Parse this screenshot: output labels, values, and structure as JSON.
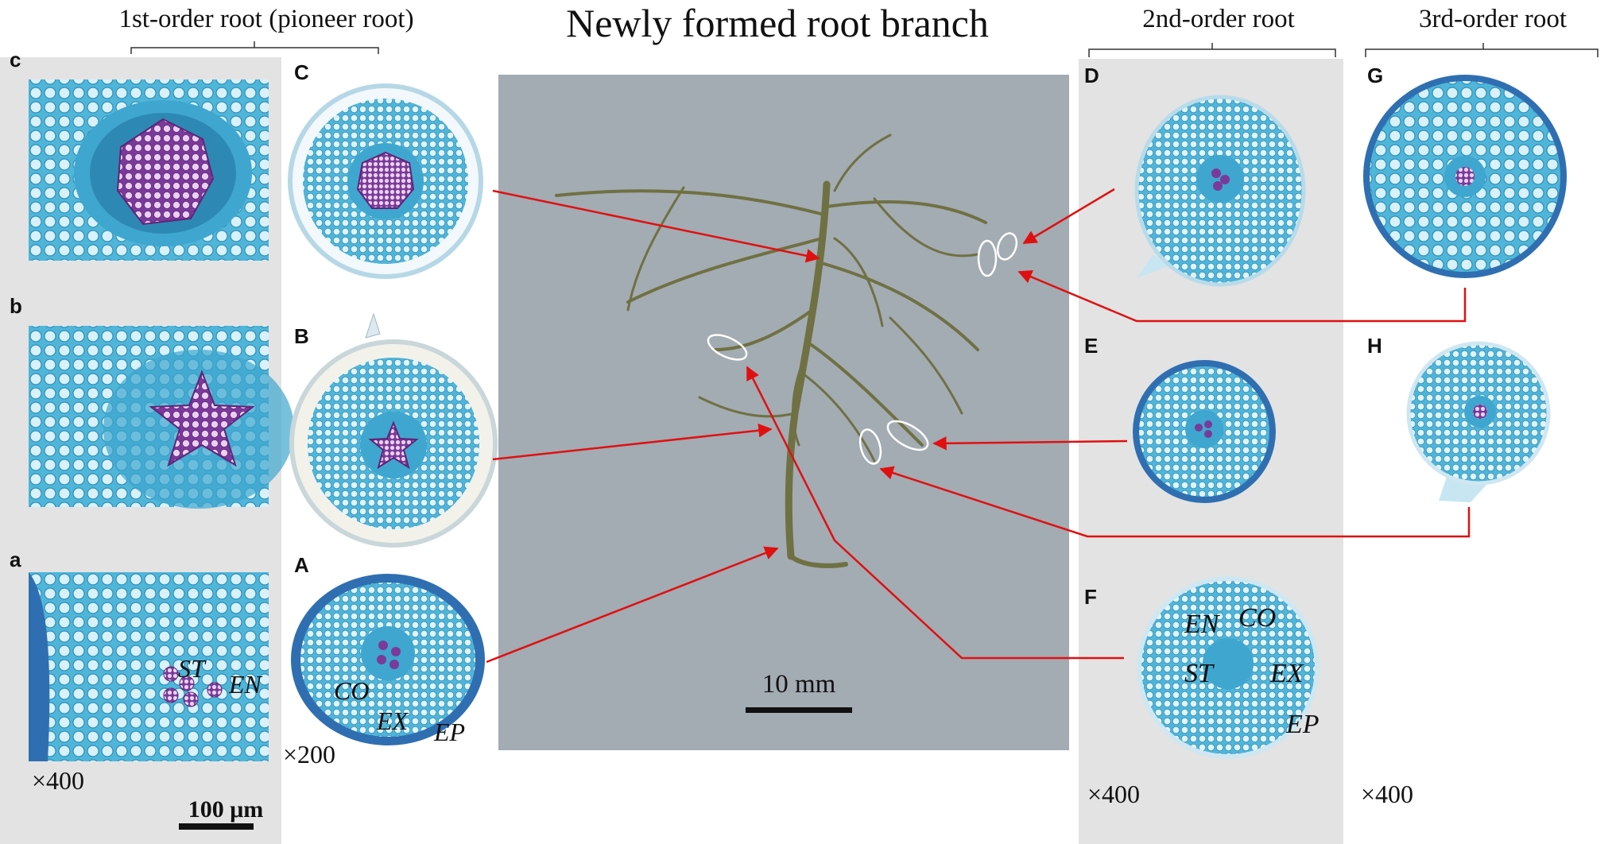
{
  "headers": {
    "first_order": "1st-order root (pioneer root)",
    "main_title": "Newly formed root branch",
    "second_order": "2nd-order root",
    "third_order": "3rd-order root"
  },
  "panel_letters": {
    "c_small": "c",
    "b_small": "b",
    "a_small": "a",
    "C": "C",
    "B": "B",
    "A": "A",
    "D": "D",
    "E": "E",
    "F": "F",
    "G": "G",
    "H": "H"
  },
  "magnifications": {
    "col1": "×400",
    "col2": "×200",
    "col4": "×400",
    "col5": "×400"
  },
  "scale_bars": {
    "micro": "100 μm",
    "photo": "10 mm"
  },
  "tissue_labels": {
    "a_ST": "ST",
    "a_EN": "EN",
    "A_CO": "CO",
    "A_EX": "EX",
    "A_EP": "EP",
    "F_EN": "EN",
    "F_CO": "CO",
    "F_ST": "ST",
    "F_EX": "EX",
    "F_EP": "EP"
  },
  "colors": {
    "tissue_blue": "#4fb6d9",
    "stele_purple": "#7a3a9a",
    "photo_background": "#a3abb3",
    "panel_gray": "#e3e3e3",
    "arrow_red": "#e01010",
    "root_olive": "#6f7142"
  }
}
